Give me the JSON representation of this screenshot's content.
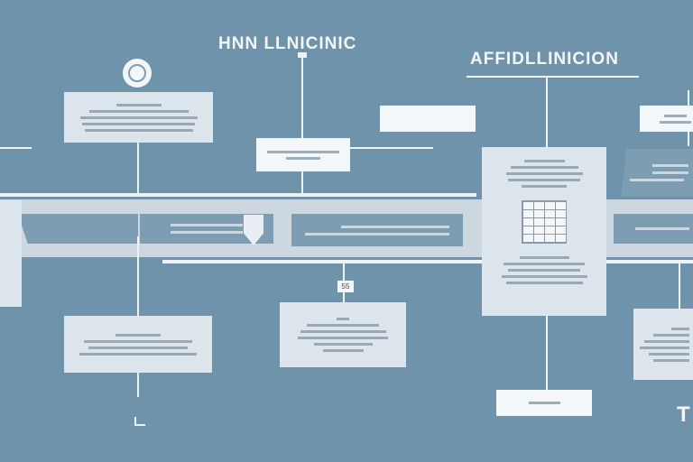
{
  "titles": {
    "left": "HNN LLNICINIC",
    "right": "AFFIDLLINICION"
  },
  "badge": "55",
  "corner_letter": "T",
  "colors": {
    "background": "#6f93ab",
    "panel": "#dde5ec",
    "band": "#ccd7e0",
    "connector": "#eef3f6"
  }
}
